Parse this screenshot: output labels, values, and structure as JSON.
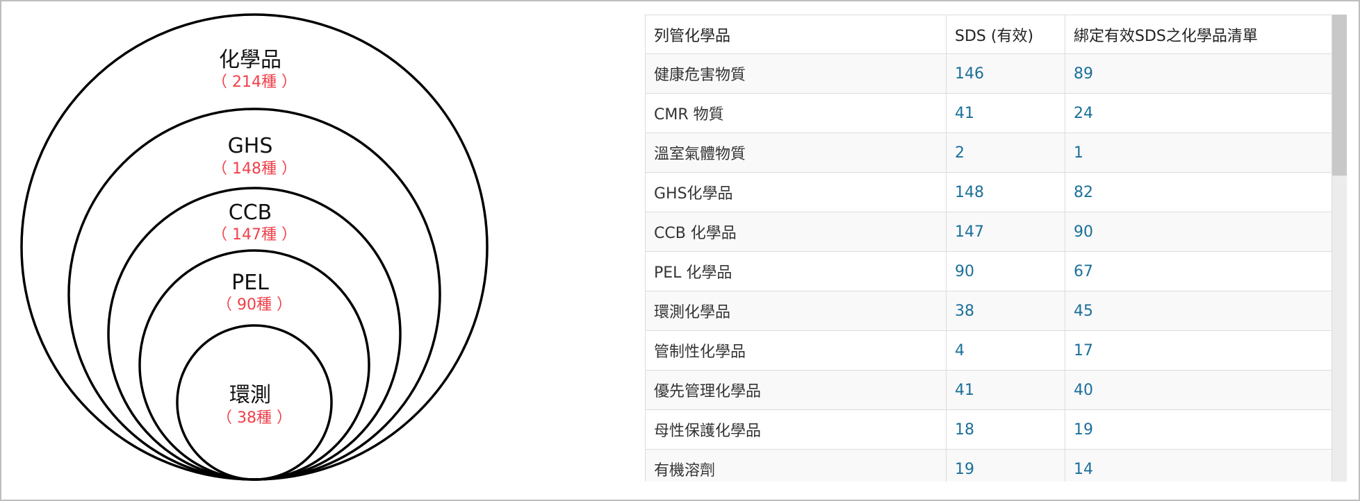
{
  "diagram": {
    "circles": [
      {
        "label": "化學品",
        "count": "（ 214種 ）"
      },
      {
        "label": "GHS",
        "count": "（ 148種 ）"
      },
      {
        "label": "CCB",
        "count": "（ 147種 ）"
      },
      {
        "label": "PEL",
        "count": "（ 90種 ）"
      },
      {
        "label": "環測",
        "count": "（ 38種 ）"
      }
    ]
  },
  "table": {
    "headers": [
      "列管化學品",
      "SDS (有效)",
      "綁定有效SDS之化學品清單"
    ],
    "rows": [
      [
        "健康危害物質",
        "146",
        "89"
      ],
      [
        "CMR 物質",
        "41",
        "24"
      ],
      [
        "溫室氣體物質",
        "2",
        "1"
      ],
      [
        "GHS化學品",
        "148",
        "82"
      ],
      [
        "CCB 化學品",
        "147",
        "90"
      ],
      [
        "PEL 化學品",
        "90",
        "67"
      ],
      [
        "環測化學品",
        "38",
        "45"
      ],
      [
        "管制性化學品",
        "4",
        "17"
      ],
      [
        "優先管理化學品",
        "41",
        "40"
      ],
      [
        "母性保護化學品",
        "18",
        "19"
      ],
      [
        "有機溶劑",
        "19",
        "14"
      ]
    ]
  }
}
